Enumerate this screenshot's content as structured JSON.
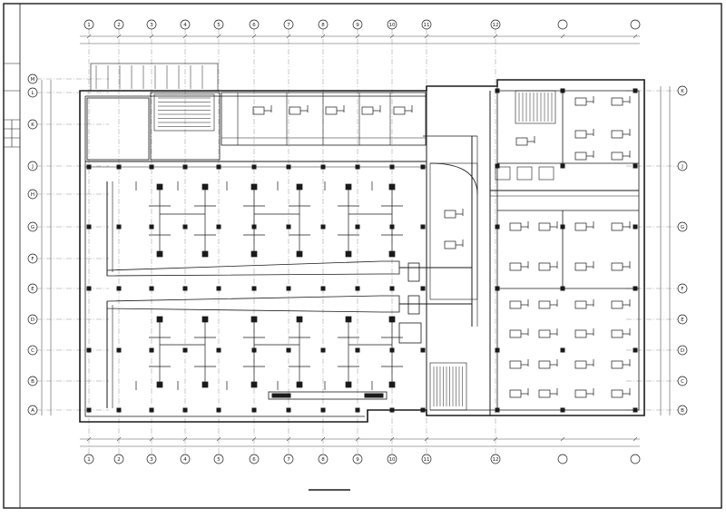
{
  "drawing": {
    "colors": {
      "line": "#1a1a1a",
      "thin": "#555555",
      "paper": "#ffffff"
    },
    "grid_top": [
      "1",
      "2",
      "3",
      "4",
      "5",
      "6",
      "7",
      "8",
      "9",
      "10",
      "11",
      "12"
    ],
    "grid_bottom": [
      "1",
      "2",
      "3",
      "4",
      "5",
      "6",
      "7",
      "8",
      "9",
      "10",
      "11",
      "12"
    ],
    "grid_left": [
      "M",
      "L",
      "K",
      "J",
      "H",
      "G",
      "F",
      "E",
      "D",
      "C",
      "B",
      "A"
    ],
    "grid_right": [
      "K",
      "J",
      "G",
      "F",
      "E",
      "D",
      "C",
      "B"
    ],
    "icons": [
      "drawing-border",
      "title-strip",
      "floor-plan",
      "dimension-lines",
      "axis-bubbles"
    ]
  }
}
